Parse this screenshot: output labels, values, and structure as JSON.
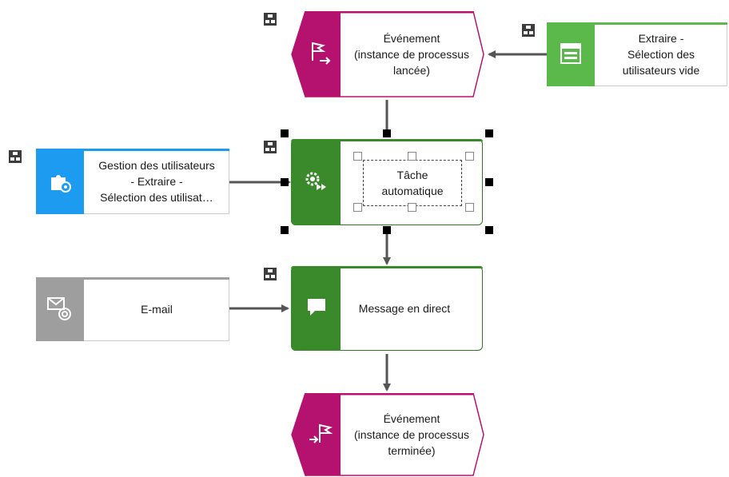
{
  "colors": {
    "event": "#b5126f",
    "function": "#3a8a2c",
    "function_border": "#2f7a24",
    "it_system": "#1d9bf0",
    "screen": "#5bb84a",
    "email": "#9e9e9e",
    "arrow": "#555555"
  },
  "nodes": {
    "start_event": {
      "label": "Événement\n(instance de processus\nlancée)",
      "icon": "flag-start-icon"
    },
    "screen_node": {
      "label": "Extraire -\nSélection des\nutilisateurs vide",
      "icon": "screen-window-icon"
    },
    "it_system": {
      "label": "Gestion des utilisateurs\n- Extraire -\nSélection des utilisat…",
      "icon": "puzzle-gear-icon"
    },
    "auto_task": {
      "label": "Tâche\nautomatique",
      "icon": "gear-play-icon"
    },
    "email_node": {
      "label": "E-mail",
      "icon": "mail-at-icon"
    },
    "message_task": {
      "label": "Message en direct",
      "icon": "speech-bubble-icon"
    },
    "end_event": {
      "label": "Événement\n(instance de processus\nterminée)",
      "icon": "flag-end-icon"
    }
  }
}
